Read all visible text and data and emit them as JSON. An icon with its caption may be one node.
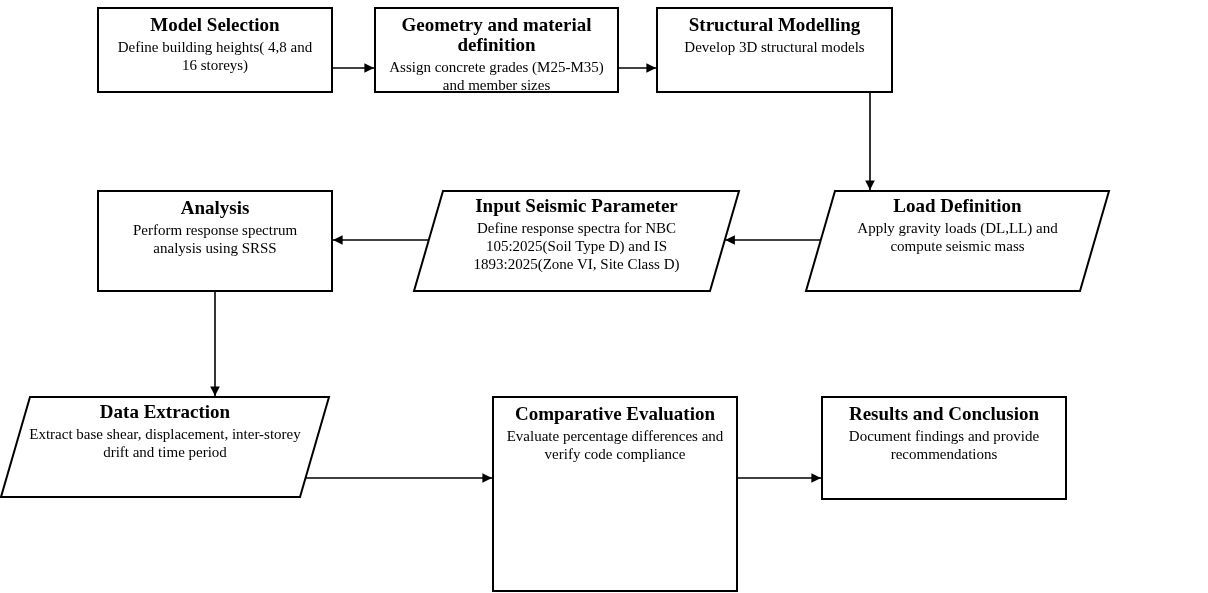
{
  "diagram": {
    "nodes": [
      {
        "text": [
          "Model Selection",
          "Define building heights( 4,8 and 16 storeys)"
        ]
      },
      {
        "text": [
          "Geometry and material definition",
          "Assign concrete grades (M25-M35) and member sizes"
        ]
      },
      {
        "text": [
          "Structural Modelling",
          "Develop 3D structural models"
        ]
      },
      {
        "text": [
          "Load Definition",
          "Apply gravity loads (DL,LL) and compute seismic mass"
        ]
      },
      {
        "text": [
          "Input Seismic Parameter",
          "Define response spectra for NBC 105:2025(Soil Type D) and IS 1893:2025(Zone VI, Site Class D)"
        ]
      },
      {
        "text": [
          "Analysis",
          "Perform response spectrum analysis using SRSS"
        ]
      },
      {
        "text": [
          "Data Extraction",
          "Extract base shear, displacement, inter-storey drift and time period"
        ]
      },
      {
        "text": [
          "Comparative Evaluation",
          "Evaluate percentage differences and verify code compliance"
        ]
      },
      {
        "text": [
          "Results and Conclusion",
          "Document findings and provide recommendations"
        ]
      }
    ],
    "edges": [
      {
        "from": 0,
        "to": 1,
        "arrow": "to"
      },
      {
        "from": 1,
        "to": 2,
        "arrow": "to"
      },
      {
        "from": 2,
        "to": 3,
        "arrow": "to"
      },
      {
        "from": 3,
        "to": 4,
        "arrow": "to"
      },
      {
        "from": 4,
        "to": 5,
        "arrow": "to"
      },
      {
        "from": 5,
        "to": 6,
        "arrow": "to"
      },
      {
        "from": 6,
        "to": 7,
        "arrow": "to"
      },
      {
        "from": 7,
        "to": 8,
        "arrow": "to"
      }
    ]
  }
}
